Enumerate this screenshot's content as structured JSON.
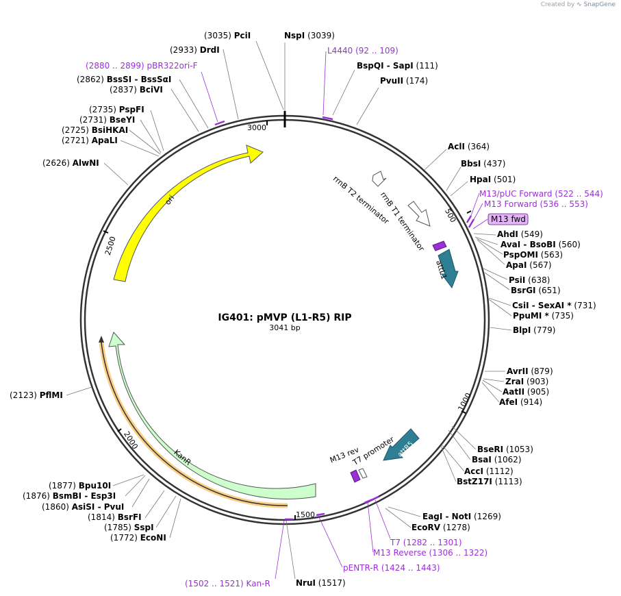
{
  "credit": {
    "prefix": "Created by",
    "brand": "SnapGene"
  },
  "plasmid": {
    "name": "IG401: pMVP (L1-R5) RIP",
    "length_label": "3041 bp"
  },
  "ticks": [
    "500",
    "1000",
    "1500",
    "2000",
    "2500",
    "3000"
  ],
  "sites": [
    {
      "name": "PciI",
      "pos": "(3035)"
    },
    {
      "name": "NspI",
      "pos": "(3039)"
    },
    {
      "name": "BspQI - SapI",
      "pos": "(111)"
    },
    {
      "name": "PvuII",
      "pos": "(174)"
    },
    {
      "name": "AclI",
      "pos": "(364)"
    },
    {
      "name": "BbsI",
      "pos": "(437)"
    },
    {
      "name": "HpaI",
      "pos": "(501)"
    },
    {
      "name": "AhdI",
      "pos": "(549)"
    },
    {
      "name": "AvaI - BsoBI",
      "pos": "(560)"
    },
    {
      "name": "PspOMI",
      "pos": "(563)"
    },
    {
      "name": "ApaI",
      "pos": "(567)"
    },
    {
      "name": "PsiI",
      "pos": "(638)"
    },
    {
      "name": "BsrGI",
      "pos": "(651)"
    },
    {
      "name": "CsiI - SexAI *",
      "pos": "(731)"
    },
    {
      "name": "PpuMI *",
      "pos": "(735)"
    },
    {
      "name": "BlpI",
      "pos": "(779)"
    },
    {
      "name": "AvrII",
      "pos": "(879)"
    },
    {
      "name": "ZraI",
      "pos": "(903)"
    },
    {
      "name": "AatII",
      "pos": "(905)"
    },
    {
      "name": "AfeI",
      "pos": "(914)"
    },
    {
      "name": "BseRI",
      "pos": "(1053)"
    },
    {
      "name": "BsaI",
      "pos": "(1062)"
    },
    {
      "name": "AccI",
      "pos": "(1112)"
    },
    {
      "name": "BstZ17I",
      "pos": "(1113)"
    },
    {
      "name": "EagI - NotI",
      "pos": "(1269)"
    },
    {
      "name": "EcoRV",
      "pos": "(1278)"
    },
    {
      "name": "NruI",
      "pos": "(1517)"
    },
    {
      "name": "Bpu10I",
      "pos": "(1877)"
    },
    {
      "name": "BsmBI - Esp3I",
      "pos": "(1876)"
    },
    {
      "name": "AsiSI - PvuI",
      "pos": "(1860)"
    },
    {
      "name": "BsrFI",
      "pos": "(1814)"
    },
    {
      "name": "SspI",
      "pos": "(1785)"
    },
    {
      "name": "EcoNI",
      "pos": "(1772)"
    },
    {
      "name": "PflMI",
      "pos": "(2123)"
    },
    {
      "name": "AlwNI",
      "pos": "(2626)"
    },
    {
      "name": "ApaLI",
      "pos": "(2721)"
    },
    {
      "name": "BsiHKAI",
      "pos": "(2725)"
    },
    {
      "name": "BseYI",
      "pos": "(2731)"
    },
    {
      "name": "PspFI",
      "pos": "(2735)"
    },
    {
      "name": "BciVI",
      "pos": "(2837)"
    },
    {
      "name": "BssSI - BssSαI",
      "pos": "(2862)"
    },
    {
      "name": "DrdI",
      "pos": "(2933)"
    }
  ],
  "primers": [
    {
      "name": "L4440",
      "range": "(92 .. 109)"
    },
    {
      "name": "M13/pUC Forward",
      "range": "(522 .. 544)"
    },
    {
      "name": "M13 Forward",
      "range": "(536 .. 553)"
    },
    {
      "name": "M13 fwd",
      "range": ""
    },
    {
      "name": "T7",
      "range": "(1282 .. 1301)"
    },
    {
      "name": "M13 Reverse",
      "range": "(1306 .. 1322)"
    },
    {
      "name": "pENTR-R",
      "range": "(1424 .. 1443)"
    },
    {
      "name": "Kan-R",
      "range": "(1502 .. 1521)"
    },
    {
      "name": "pBR322ori-F",
      "range": "(2880 .. 2899)"
    }
  ],
  "features": [
    {
      "name": "ori",
      "color": "#ffff00"
    },
    {
      "name": "KanR",
      "color": "#ccffcc"
    },
    {
      "name": "attL1",
      "color": "#2e7f93"
    },
    {
      "name": "attR5",
      "color": "#2e7f93"
    },
    {
      "name": "rrnB T1 terminator",
      "color": "#ffffff"
    },
    {
      "name": "rrnB T2 terminator",
      "color": "#ffffff"
    },
    {
      "name": "M13 rev",
      "color": "#9b2fd6"
    },
    {
      "name": "T7 promoter",
      "color": "#ffffff"
    }
  ],
  "colors": {
    "primer": "#9b2fd6",
    "backbone": "#333333",
    "orf": "#f5a623"
  }
}
